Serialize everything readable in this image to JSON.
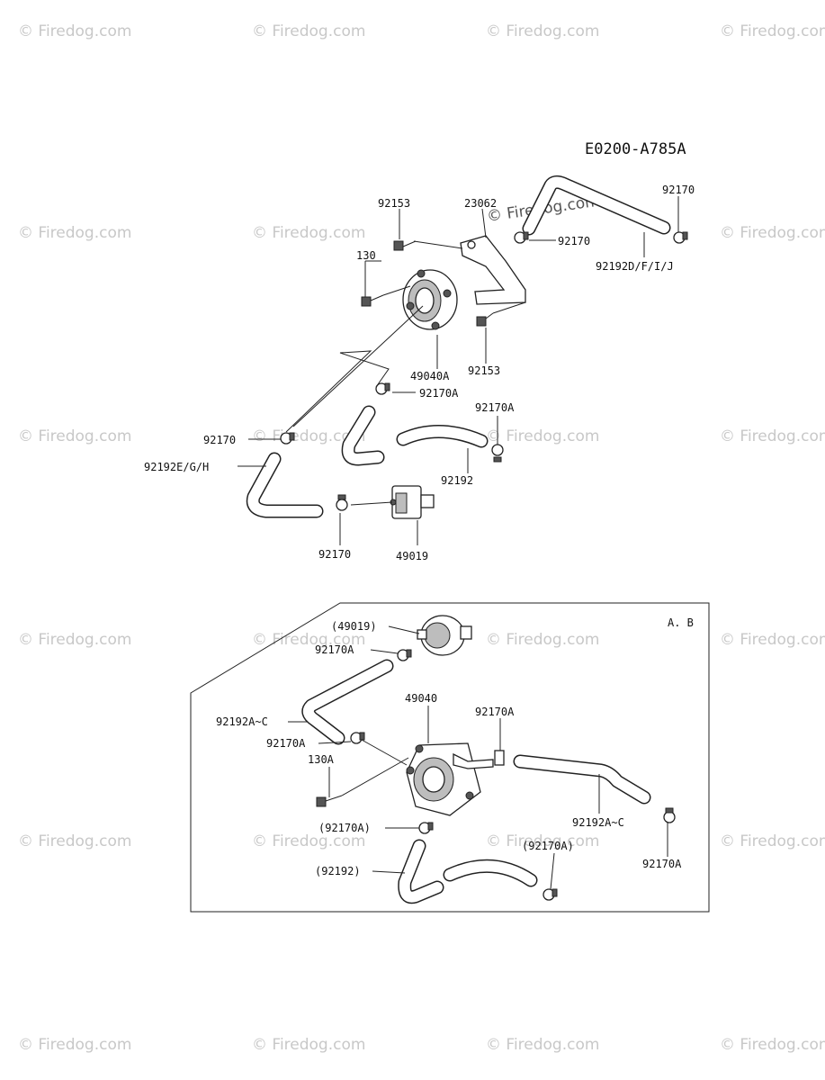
{
  "diagram_code": "E0200-A785A",
  "inset_label": "A. B",
  "watermark": "© Firedog.com",
  "upper_labels": {
    "p92153_top": "92153",
    "p23062": "23062",
    "p92170_top_right": "92170",
    "p92170_mid": "92170",
    "p92192dfij": "92192D/F/I/J",
    "p130": "130",
    "p49040a": "49040A",
    "p92153_bottom": "92153",
    "p92170a_mid": "92170A",
    "p92170a_right": "92170A",
    "p92170_left": "92170",
    "p92192egh": "92192E/G/H",
    "p92192": "92192",
    "p92170_bottom": "92170",
    "p49019": "49019"
  },
  "inset_labels": {
    "p49019_ref": "(49019)",
    "p92170a_top": "92170A",
    "p92192ac_left": "92192A~C",
    "p49040": "49040",
    "p92170a_center": "92170A",
    "p92170a_left": "92170A",
    "p130a": "130A",
    "p92192ac_right": "92192A~C",
    "p92170a_ref_left": "(92170A)",
    "p92170a_ref_right": "(92170A)",
    "p92192_ref": "(92192)",
    "p92170a_bottom_right": "92170A"
  }
}
